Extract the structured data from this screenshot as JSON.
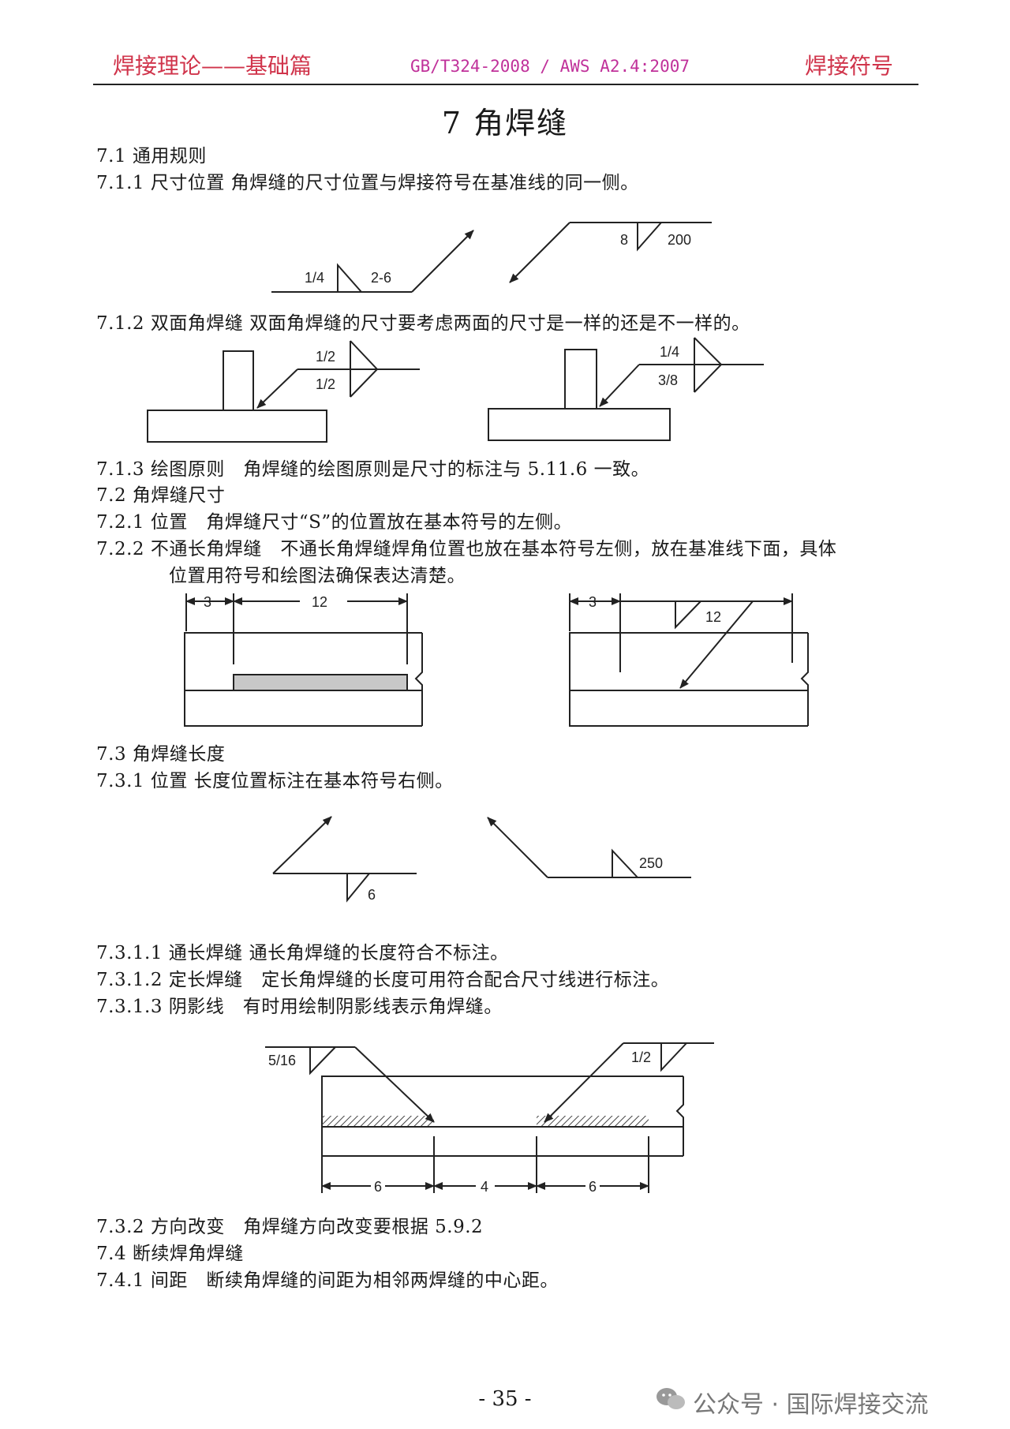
{
  "header": {
    "left": "焊接理论——基础篇",
    "middle": "GB/T324-2008 / AWS A2.4:2007",
    "right": "焊接符号"
  },
  "title": "7 角焊缝",
  "paragraphs": {
    "p7_1": "7.1 通用规则",
    "p7_1_1": "7.1.1 尺寸位置 角焊缝的尺寸位置与焊接符号在基准线的同一侧。",
    "p7_1_2": "7.1.2 双面角焊缝 双面角焊缝的尺寸要考虑两面的尺寸是一样的还是不一样的。",
    "p7_1_3": "7.1.3 绘图原则　角焊缝的绘图原则是尺寸的标注与 5.11.6 一致。",
    "p7_2": "7.2 角焊缝尺寸",
    "p7_2_1": "7.2.1 位置　角焊缝尺寸“S”的位置放在基本符号的左侧。",
    "p7_2_2a": "7.2.2 不通长角焊缝　不通长角焊缝焊角位置也放在基本符号左侧，放在基准线下面，具体",
    "p7_2_2b": "位置用符号和绘图法确保表达清楚。",
    "p7_3": "7.3 角焊缝长度",
    "p7_3_1": "7.3.1 位置 长度位置标注在基本符号右侧。",
    "p7_3_1_1": "7.3.1.1 通长焊缝 通长角焊缝的长度符合不标注。",
    "p7_3_1_2": "7.3.1.2 定长焊缝　定长角焊缝的长度可用符合配合尺寸线进行标注。",
    "p7_3_1_3": "7.3.1.3 阴影线　有时用绘制阴影线表示角焊缝。",
    "p7_3_2": "7.3.2 方向改变　角焊缝方向改变要根据 5.9.2",
    "p7_4": "7.4 断续焊角焊缝",
    "p7_4_1": "7.4.1 间距　断续角焊缝的间距为相邻两焊缝的中心距。"
  },
  "figures": {
    "fig1": {
      "left_size": "1/4",
      "left_length": "2-6",
      "right_size": "8",
      "right_length": "200"
    },
    "fig2": {
      "left_top": "1/2",
      "left_bottom": "1/2",
      "right_top": "1/4",
      "right_bottom": "3/8"
    },
    "fig3": {
      "left_dim_a": "3",
      "left_dim_b": "12",
      "right_dim_a": "3",
      "right_size": "12"
    },
    "fig4": {
      "left_length": "6",
      "right_length": "250"
    },
    "fig5": {
      "left_size": "5/16",
      "right_size": "1/2",
      "dim1": "6",
      "dim2": "4",
      "dim3": "6"
    }
  },
  "page_number": "- 35 -",
  "watermark": "公众号 · 国际焊接交流"
}
